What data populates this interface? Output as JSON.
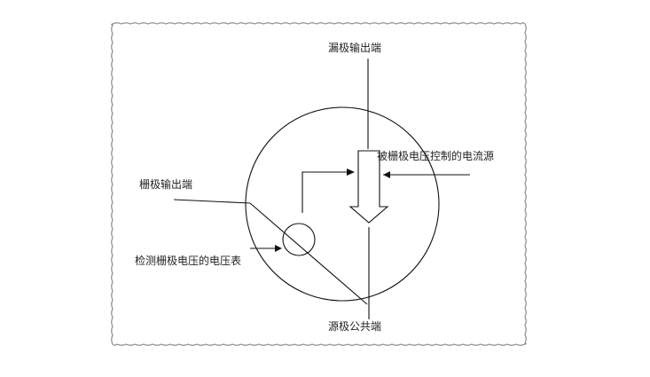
{
  "diagram": {
    "labels": {
      "drain": "漏极输出端",
      "gate_output": "栅极输出端",
      "current_source": "被栅极电压控制的电流源",
      "voltmeter": "检测栅极电压的电压表",
      "source": "源极公共端"
    }
  }
}
